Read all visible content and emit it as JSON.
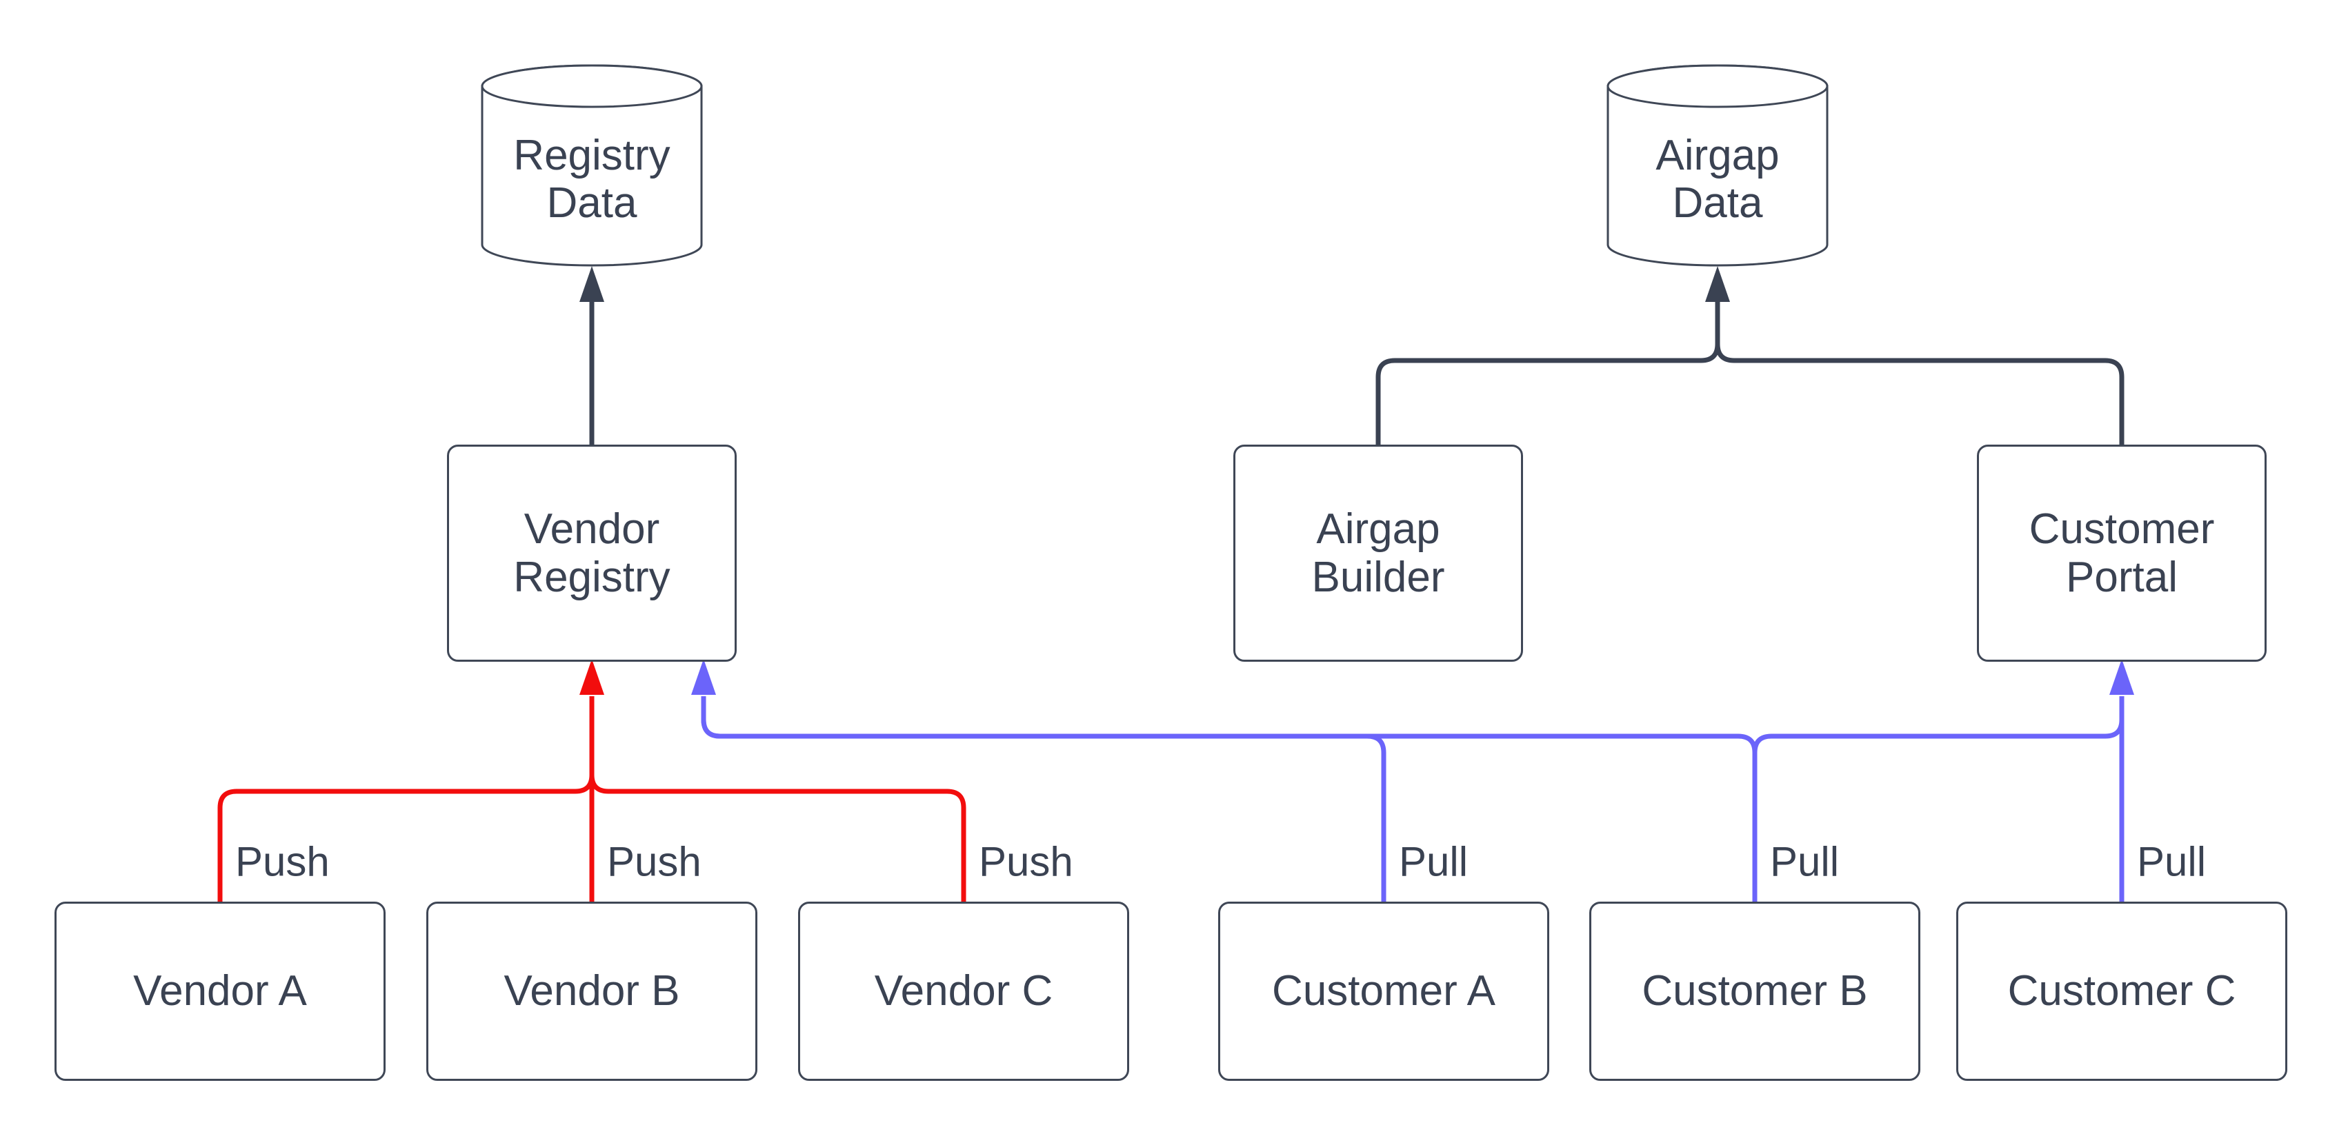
{
  "colors": {
    "background": "#ffffff",
    "node_fill": "#ffffff",
    "node_stroke": "#3f4756",
    "text": "#3a4252",
    "edge_dark": "#3a4252",
    "edge_push": "#f20d0d",
    "edge_pull": "#6b64fa"
  },
  "nodes": {
    "registry_data": {
      "label": "Registry Data",
      "shape": "cylinder"
    },
    "airgap_data": {
      "label": "Airgap Data",
      "shape": "cylinder"
    },
    "vendor_registry": {
      "label": "Vendor Registry",
      "shape": "rect"
    },
    "airgap_builder": {
      "label": "Airgap Builder",
      "shape": "rect"
    },
    "customer_portal": {
      "label": "Customer Portal",
      "shape": "rect"
    },
    "vendor_a": {
      "label": "Vendor A",
      "shape": "rect"
    },
    "vendor_b": {
      "label": "Vendor B",
      "shape": "rect"
    },
    "vendor_c": {
      "label": "Vendor C",
      "shape": "rect"
    },
    "customer_a": {
      "label": "Customer A",
      "shape": "rect"
    },
    "customer_b": {
      "label": "Customer B",
      "shape": "rect"
    },
    "customer_c": {
      "label": "Customer C",
      "shape": "rect"
    }
  },
  "edges": [
    {
      "from": "vendor_a",
      "to": "vendor_registry",
      "label": "Push",
      "color": "edge_push"
    },
    {
      "from": "vendor_b",
      "to": "vendor_registry",
      "label": "Push",
      "color": "edge_push"
    },
    {
      "from": "vendor_c",
      "to": "vendor_registry",
      "label": "Push",
      "color": "edge_push"
    },
    {
      "from": "customer_a",
      "to": "vendor_registry",
      "label": "Pull",
      "color": "edge_pull"
    },
    {
      "from": "customer_b",
      "to": "customer_portal",
      "label": "Pull",
      "color": "edge_pull"
    },
    {
      "from": "customer_c",
      "to": "customer_portal",
      "label": "Pull",
      "color": "edge_pull"
    },
    {
      "from": "vendor_registry",
      "to": "registry_data",
      "label": "",
      "color": "edge_dark"
    },
    {
      "from": "airgap_builder",
      "to": "airgap_data",
      "label": "",
      "color": "edge_dark"
    },
    {
      "from": "customer_portal",
      "to": "airgap_data",
      "label": "",
      "color": "edge_dark"
    }
  ]
}
